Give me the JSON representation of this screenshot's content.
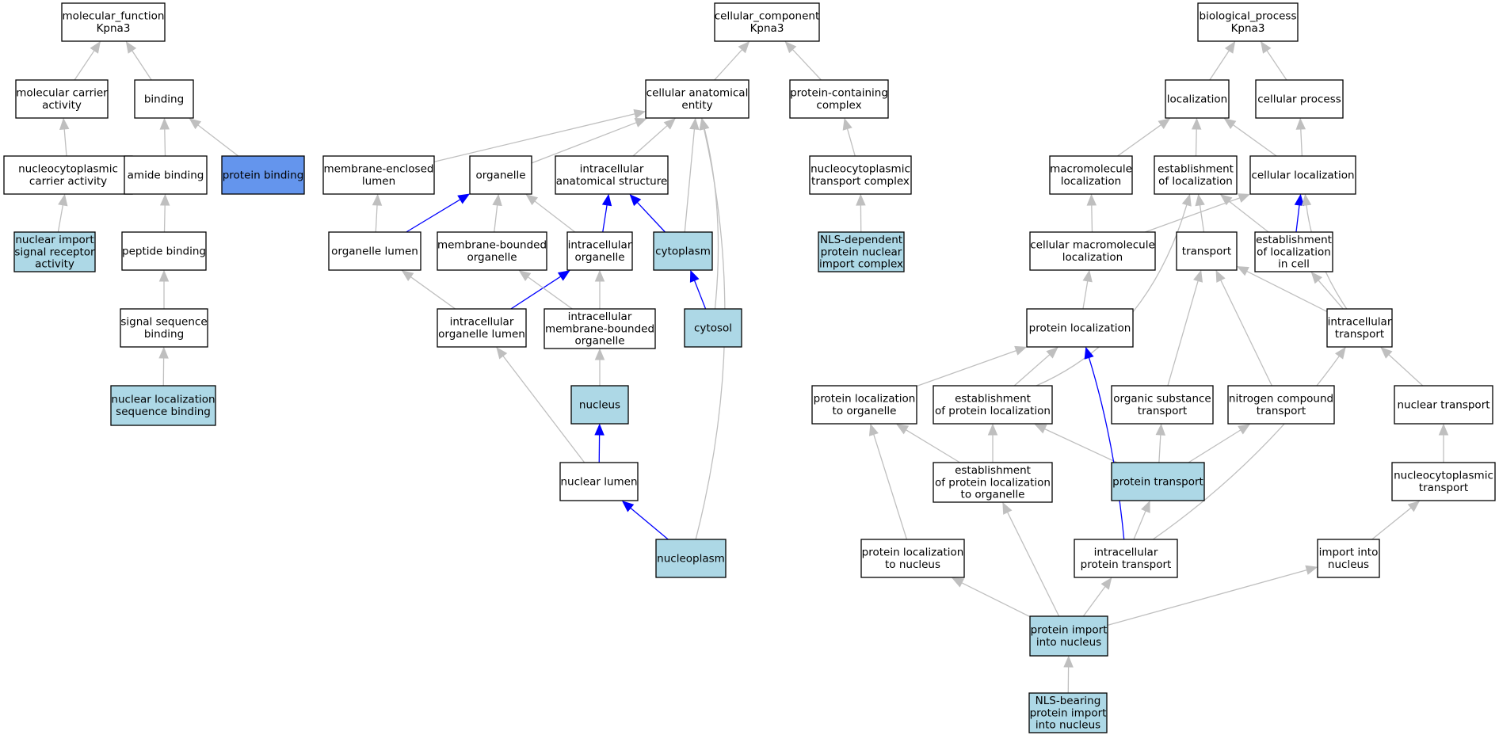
{
  "colors": {
    "node_default": "#ffffff",
    "node_highlight": "#add8e6",
    "node_selected": "#6495ed",
    "edge_default": "#bfbfbf",
    "edge_path": "#0000ff"
  },
  "nodes": [
    {
      "id": "mf_root",
      "label": "molecular_function\nKpna3",
      "style": "default"
    },
    {
      "id": "mcarrier",
      "label": "molecular carrier\nactivity",
      "style": "default"
    },
    {
      "id": "binding",
      "label": "binding",
      "style": "default"
    },
    {
      "id": "ncarrier",
      "label": "nucleocytoplasmic\ncarrier activity",
      "style": "default"
    },
    {
      "id": "amide",
      "label": "amide binding",
      "style": "default"
    },
    {
      "id": "protbind",
      "label": "protein binding",
      "style": "selected"
    },
    {
      "id": "nisr",
      "label": "nuclear import\nsignal receptor\nactivity",
      "style": "highlight"
    },
    {
      "id": "peptide",
      "label": "peptide binding",
      "style": "default"
    },
    {
      "id": "sigseq",
      "label": "signal sequence\nbinding",
      "style": "default"
    },
    {
      "id": "nls_bind",
      "label": "nuclear localization\nsequence binding",
      "style": "highlight"
    },
    {
      "id": "cc_root",
      "label": "cellular_component\nKpna3",
      "style": "default"
    },
    {
      "id": "cae",
      "label": "cellular anatomical\nentity",
      "style": "default"
    },
    {
      "id": "pcc",
      "label": "protein-containing\ncomplex",
      "style": "default"
    },
    {
      "id": "mel",
      "label": "membrane-enclosed\nlumen",
      "style": "default"
    },
    {
      "id": "organelle",
      "label": "organelle",
      "style": "default"
    },
    {
      "id": "ias",
      "label": "intracellular\nanatomical structure",
      "style": "default"
    },
    {
      "id": "nctc",
      "label": "nucleocytoplasmic\ntransport complex",
      "style": "default"
    },
    {
      "id": "olumen",
      "label": "organelle lumen",
      "style": "default"
    },
    {
      "id": "mbo",
      "label": "membrane-bounded\norganelle",
      "style": "default"
    },
    {
      "id": "io",
      "label": "intracellular\norganelle",
      "style": "default"
    },
    {
      "id": "cytoplasm",
      "label": "cytoplasm",
      "style": "highlight"
    },
    {
      "id": "nlsdep",
      "label": "NLS-dependent\nprotein nuclear\nimport complex",
      "style": "highlight"
    },
    {
      "id": "iol",
      "label": "intracellular\norganelle lumen",
      "style": "default"
    },
    {
      "id": "imbo",
      "label": "intracellular\nmembrane-bounded\norganelle",
      "style": "default"
    },
    {
      "id": "cytosol",
      "label": "cytosol",
      "style": "highlight"
    },
    {
      "id": "nucleus",
      "label": "nucleus",
      "style": "highlight"
    },
    {
      "id": "nlumen",
      "label": "nuclear lumen",
      "style": "default"
    },
    {
      "id": "nucleoplasm",
      "label": "nucleoplasm",
      "style": "highlight"
    },
    {
      "id": "bp_root",
      "label": "biological_process\nKpna3",
      "style": "default"
    },
    {
      "id": "loc",
      "label": "localization",
      "style": "default"
    },
    {
      "id": "cellproc",
      "label": "cellular process",
      "style": "default"
    },
    {
      "id": "macloc",
      "label": "macromolecule\nlocalization",
      "style": "default"
    },
    {
      "id": "estloc",
      "label": "establishment\nof localization",
      "style": "default"
    },
    {
      "id": "cellloc",
      "label": "cellular localization",
      "style": "default"
    },
    {
      "id": "cmacloc",
      "label": "cellular macromolecule\nlocalization",
      "style": "default"
    },
    {
      "id": "transport",
      "label": "transport",
      "style": "default"
    },
    {
      "id": "estlocincell",
      "label": "establishment\nof localization\nin cell",
      "style": "default"
    },
    {
      "id": "protloc",
      "label": "protein localization",
      "style": "default"
    },
    {
      "id": "inttrans",
      "label": "intracellular\ntransport",
      "style": "default"
    },
    {
      "id": "protloc_org",
      "label": "protein localization\nto organelle",
      "style": "default"
    },
    {
      "id": "estprotloc",
      "label": "establishment\nof protein localization",
      "style": "default"
    },
    {
      "id": "orgsub",
      "label": "organic substance\ntransport",
      "style": "default"
    },
    {
      "id": "nitro",
      "label": "nitrogen compound\ntransport",
      "style": "default"
    },
    {
      "id": "nuctrans",
      "label": "nuclear transport",
      "style": "default"
    },
    {
      "id": "estprotloc_org",
      "label": "establishment\nof protein localization\nto organelle",
      "style": "default"
    },
    {
      "id": "prottrans",
      "label": "protein transport",
      "style": "highlight"
    },
    {
      "id": "ncytrans",
      "label": "nucleocytoplasmic\ntransport",
      "style": "default"
    },
    {
      "id": "protloc_nuc",
      "label": "protein localization\nto nucleus",
      "style": "default"
    },
    {
      "id": "intprottrans",
      "label": "intracellular\nprotein transport",
      "style": "default"
    },
    {
      "id": "importnuc",
      "label": "import into\nnucleus",
      "style": "default"
    },
    {
      "id": "protimport",
      "label": "protein import\ninto nucleus",
      "style": "highlight"
    },
    {
      "id": "nlsimport",
      "label": "NLS-bearing\nprotein import\ninto nucleus",
      "style": "highlight"
    }
  ],
  "edges": [
    {
      "from": "mcarrier",
      "to": "mf_root",
      "style": "default"
    },
    {
      "from": "binding",
      "to": "mf_root",
      "style": "default"
    },
    {
      "from": "ncarrier",
      "to": "mcarrier",
      "style": "default"
    },
    {
      "from": "amide",
      "to": "binding",
      "style": "default"
    },
    {
      "from": "protbind",
      "to": "binding",
      "style": "default"
    },
    {
      "from": "nisr",
      "to": "ncarrier",
      "style": "default"
    },
    {
      "from": "peptide",
      "to": "amide",
      "style": "default"
    },
    {
      "from": "sigseq",
      "to": "peptide",
      "style": "default"
    },
    {
      "from": "nls_bind",
      "to": "sigseq",
      "style": "default"
    },
    {
      "from": "cae",
      "to": "cc_root",
      "style": "default"
    },
    {
      "from": "pcc",
      "to": "cc_root",
      "style": "default"
    },
    {
      "from": "mel",
      "to": "cae",
      "style": "default"
    },
    {
      "from": "organelle",
      "to": "cae",
      "style": "default"
    },
    {
      "from": "ias",
      "to": "cae",
      "style": "default"
    },
    {
      "from": "cytoplasm",
      "to": "cae",
      "style": "default"
    },
    {
      "from": "cytosol",
      "to": "cae",
      "style": "default",
      "curve": 25
    },
    {
      "from": "nucleoplasm",
      "to": "cae",
      "style": "default",
      "curve": 70
    },
    {
      "from": "nctc",
      "to": "pcc",
      "style": "default"
    },
    {
      "from": "nlsdep",
      "to": "nctc",
      "style": "default"
    },
    {
      "from": "olumen",
      "to": "mel",
      "style": "default"
    },
    {
      "from": "olumen",
      "to": "organelle",
      "style": "path"
    },
    {
      "from": "mbo",
      "to": "organelle",
      "style": "default"
    },
    {
      "from": "io",
      "to": "organelle",
      "style": "default"
    },
    {
      "from": "io",
      "to": "ias",
      "style": "path"
    },
    {
      "from": "cytoplasm",
      "to": "ias",
      "style": "path"
    },
    {
      "from": "cytosol",
      "to": "cytoplasm",
      "style": "path"
    },
    {
      "from": "iol",
      "to": "olumen",
      "style": "default"
    },
    {
      "from": "iol",
      "to": "io",
      "style": "path"
    },
    {
      "from": "imbo",
      "to": "mbo",
      "style": "default"
    },
    {
      "from": "imbo",
      "to": "io",
      "style": "default"
    },
    {
      "from": "nucleus",
      "to": "imbo",
      "style": "default"
    },
    {
      "from": "nlumen",
      "to": "iol",
      "style": "default"
    },
    {
      "from": "nlumen",
      "to": "nucleus",
      "style": "path"
    },
    {
      "from": "nucleoplasm",
      "to": "nlumen",
      "style": "path"
    },
    {
      "from": "loc",
      "to": "bp_root",
      "style": "default"
    },
    {
      "from": "cellproc",
      "to": "bp_root",
      "style": "default"
    },
    {
      "from": "macloc",
      "to": "loc",
      "style": "default"
    },
    {
      "from": "estloc",
      "to": "loc",
      "style": "default"
    },
    {
      "from": "cellloc",
      "to": "loc",
      "style": "default"
    },
    {
      "from": "cellloc",
      "to": "cellproc",
      "style": "default"
    },
    {
      "from": "cmacloc",
      "to": "macloc",
      "style": "default"
    },
    {
      "from": "cmacloc",
      "to": "cellloc",
      "style": "default"
    },
    {
      "from": "transport",
      "to": "estloc",
      "style": "default"
    },
    {
      "from": "estlocincell",
      "to": "estloc",
      "style": "default"
    },
    {
      "from": "estlocincell",
      "to": "cellloc",
      "style": "path"
    },
    {
      "from": "protloc",
      "to": "cmacloc",
      "style": "default"
    },
    {
      "from": "inttrans",
      "to": "transport",
      "style": "default"
    },
    {
      "from": "inttrans",
      "to": "estlocincell",
      "style": "default"
    },
    {
      "from": "inttrans",
      "to": "cellloc",
      "style": "default",
      "curve": -25
    },
    {
      "from": "protloc_org",
      "to": "protloc",
      "style": "default"
    },
    {
      "from": "estprotloc",
      "to": "protloc",
      "style": "default"
    },
    {
      "from": "estprotloc",
      "to": "estloc",
      "style": "default",
      "curve": 90
    },
    {
      "from": "orgsub",
      "to": "transport",
      "style": "default"
    },
    {
      "from": "nitro",
      "to": "transport",
      "style": "default"
    },
    {
      "from": "nuctrans",
      "to": "inttrans",
      "style": "default"
    },
    {
      "from": "estprotloc_org",
      "to": "protloc_org",
      "style": "default"
    },
    {
      "from": "estprotloc_org",
      "to": "estprotloc",
      "style": "default"
    },
    {
      "from": "prottrans",
      "to": "estprotloc",
      "style": "default"
    },
    {
      "from": "prottrans",
      "to": "orgsub",
      "style": "default"
    },
    {
      "from": "prottrans",
      "to": "nitro",
      "style": "default"
    },
    {
      "from": "ncytrans",
      "to": "nuctrans",
      "style": "default"
    },
    {
      "from": "protloc_nuc",
      "to": "protloc_org",
      "style": "default"
    },
    {
      "from": "intprottrans",
      "to": "prottrans",
      "style": "default"
    },
    {
      "from": "intprottrans",
      "to": "protloc",
      "style": "path",
      "curve": 15
    },
    {
      "from": "intprottrans",
      "to": "inttrans",
      "style": "default",
      "curve": 35
    },
    {
      "from": "importnuc",
      "to": "ncytrans",
      "style": "default"
    },
    {
      "from": "protimport",
      "to": "protloc_nuc",
      "style": "default"
    },
    {
      "from": "protimport",
      "to": "estprotloc_org",
      "style": "default"
    },
    {
      "from": "protimport",
      "to": "intprottrans",
      "style": "default"
    },
    {
      "from": "protimport",
      "to": "importnuc",
      "style": "default"
    },
    {
      "from": "nlsimport",
      "to": "protimport",
      "style": "default"
    }
  ]
}
